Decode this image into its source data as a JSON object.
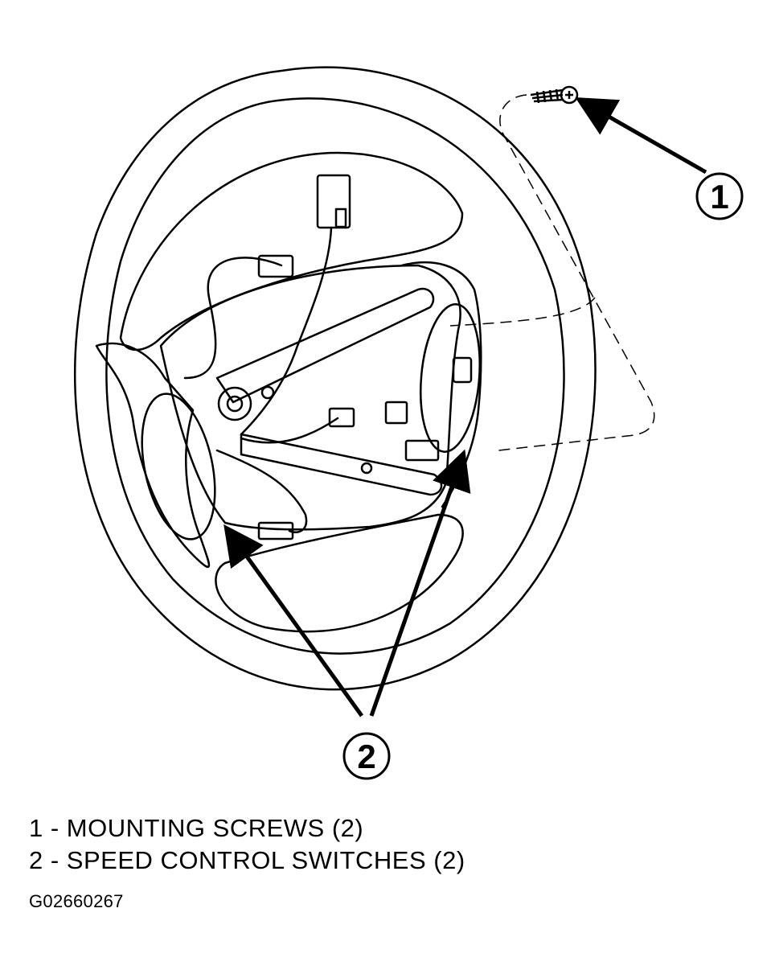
{
  "callouts": [
    {
      "number": "1"
    },
    {
      "number": "2"
    }
  ],
  "legend": [
    {
      "text": "1 - MOUNTING SCREWS (2)"
    },
    {
      "text": "2 - SPEED CONTROL SWITCHES (2)"
    }
  ],
  "figure_id": "G02660267",
  "colors": {
    "line": "#000000",
    "background": "#ffffff"
  }
}
